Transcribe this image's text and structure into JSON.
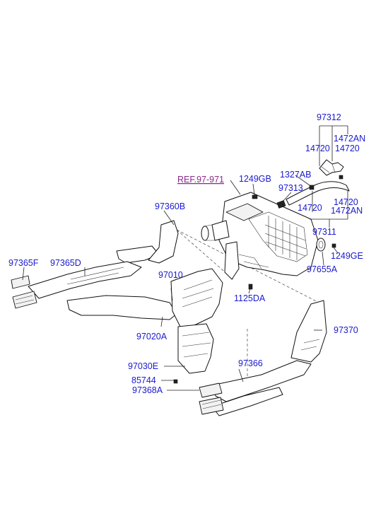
{
  "diagram": {
    "ref_label": "REF.97-971",
    "labels": {
      "p97312": "97312",
      "p14720_a": "14720",
      "p1472AN_a": "1472AN",
      "p14720_b": "14720",
      "p1249GB": "1249GB",
      "p1327AB": "1327AB",
      "p97313": "97313",
      "p14720_c": "14720",
      "p14720_d": "14720",
      "p1472AN_b": "1472AN",
      "p97311": "97311",
      "p1249GE": "1249GE",
      "p97655A": "97655A",
      "p97360B": "97360B",
      "p97365F": "97365F",
      "p97365D": "97365D",
      "p97010": "97010",
      "p1125DA": "1125DA",
      "p97020A": "97020A",
      "p97370": "97370",
      "p97030E": "97030E",
      "p97366": "97366",
      "p85744": "85744",
      "p97368A": "97368A"
    },
    "colors": {
      "label": "#1a1ad0",
      "reference": "#8a2a8a",
      "line": "#111111"
    }
  }
}
